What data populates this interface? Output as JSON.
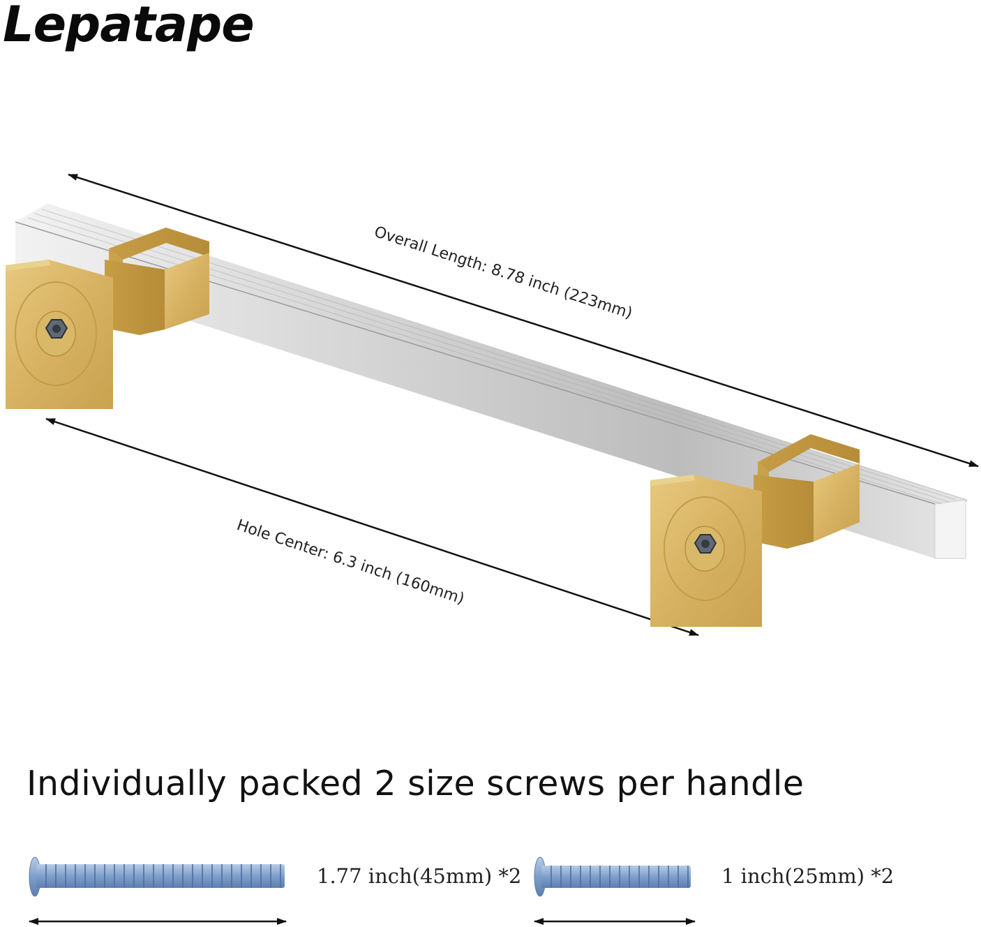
{
  "brand": {
    "name": "Lepatape"
  },
  "dimensions": {
    "overall_length": "Overall Length: 8.78 inch (223mm)",
    "hole_center": "Hole Center: 6.3 inch (160mm)"
  },
  "screws": {
    "headline": "Individually packed 2 size screws per handle",
    "long_label": "1.77 inch(45mm) *2",
    "short_label": "1 inch(25mm) *2"
  },
  "colors": {
    "gold": "#d9b86a",
    "silver": "#c9c9c9",
    "screw_blue": "#8fb0d6",
    "ink": "#111111"
  }
}
